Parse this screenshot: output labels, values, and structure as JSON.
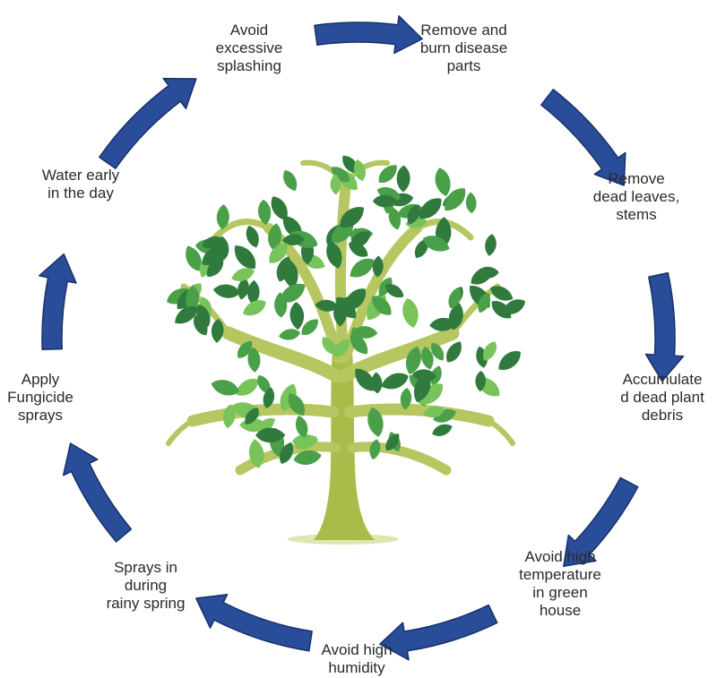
{
  "colors": {
    "arrow": "#2a4d9a",
    "arrow_edge": "#17306a",
    "trunk": "#a9bb48",
    "branch": "#b6c660",
    "leaf_dark": "#2f7a3c",
    "leaf_mid": "#4aa048",
    "leaf_light": "#79c45a",
    "text": "#2a2a2a"
  },
  "steps": [
    {
      "id": "avoid-splashing",
      "label": "Avoid\nexcessive\nsplashing"
    },
    {
      "id": "remove-burn",
      "label": "Remove and\nburn disease\nparts"
    },
    {
      "id": "remove-dead",
      "label": "Remove\ndead leaves,\nstems"
    },
    {
      "id": "accumulated-debris",
      "label": "Accumulate\nd dead plant\ndebris"
    },
    {
      "id": "avoid-temperature",
      "label": "Avoid high\ntemperature\nin green\nhouse"
    },
    {
      "id": "avoid-humidity",
      "label": "Avoid high\nhumidity"
    },
    {
      "id": "sprays-spring",
      "label": "Sprays in\nduring\nrainy spring"
    },
    {
      "id": "apply-fungicide",
      "label": "Apply\nFungicide\nsprays"
    },
    {
      "id": "water-early",
      "label": "Water early\nin the day"
    }
  ],
  "center_image": "tree-illustration"
}
